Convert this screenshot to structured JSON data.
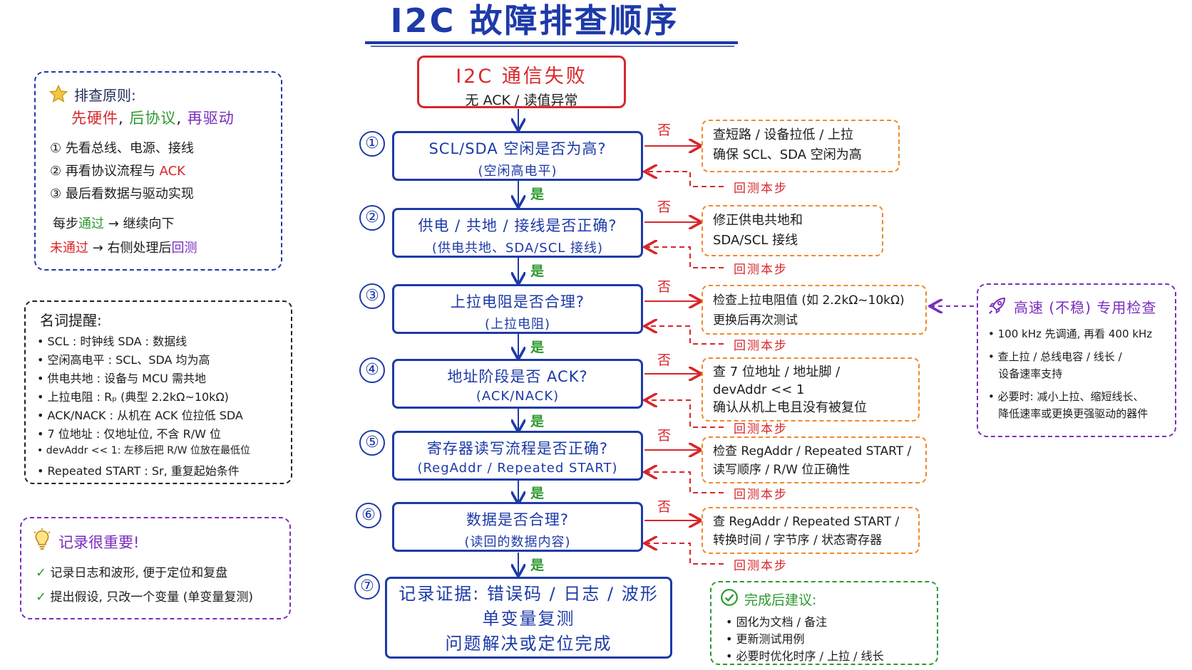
{
  "title": "I2C 故障排查顺序",
  "start": {
    "title": "I2C 通信失败",
    "subtitle": "无 ACK / 读值异常"
  },
  "labels": {
    "yes": "是",
    "no": "否",
    "retest": "回测本步"
  },
  "steps": [
    {
      "num": "①",
      "main": "SCL/SDA 空闲是否为高?",
      "sub": "(空闲高电平)",
      "fix": [
        "查短路 / 设备拉低 / 上拉",
        "确保 SCL、SDA 空闲为高"
      ]
    },
    {
      "num": "②",
      "main": "供电 / 共地 / 接线是否正确?",
      "sub": "(供电共地、SDA/SCL 接线)",
      "fix": [
        "修正供电共地和",
        "SDA/SCL 接线"
      ]
    },
    {
      "num": "③",
      "main": "上拉电阻是否合理?",
      "sub": "(上拉电阻)",
      "fix": [
        "检查上拉电阻值 (如 2.2kΩ~10kΩ)",
        "更换后再次测试"
      ]
    },
    {
      "num": "④",
      "main": "地址阶段是否 ACK?",
      "sub": "(ACK/NACK)",
      "fix": [
        "查 7 位地址 / 地址脚 /",
        "devAddr << 1",
        "确认从机上电且没有被复位"
      ]
    },
    {
      "num": "⑤",
      "main": "寄存器读写流程是否正确?",
      "sub": "(RegAddr / Repeated START)",
      "fix": [
        "检查 RegAddr / Repeated START /",
        "读写顺序 / R/W 位正确性"
      ]
    },
    {
      "num": "⑥",
      "main": "数据是否合理?",
      "sub": "(读回的数据内容)",
      "fix": [
        "查 RegAddr / Repeated START /",
        "转换时间 / 字节序 / 状态寄存器"
      ]
    }
  ],
  "final": {
    "num": "⑦",
    "lines": [
      "记录证据: 错误码 / 日志 / 波形",
      "单变量复测",
      "问题解决或定位完成"
    ]
  },
  "principles": {
    "title": "排查原则:",
    "motto": {
      "a": "先硬件",
      "sep1": ", ",
      "b": "后协议",
      "sep2": ", ",
      "c": "再驱动"
    },
    "items": [
      "① 先看总线、电源、接线",
      "② 再看协议流程与 ",
      "③ 最后看数据与驱动实现"
    ],
    "ack_word": "ACK",
    "rule1": {
      "pre": "每步",
      "pass": "通过",
      "post": " → 继续向下"
    },
    "rule2": {
      "fail": "未通过",
      "mid": " → 右侧处理后",
      "retest": "回测"
    }
  },
  "terms": {
    "title": "名词提醒:",
    "items": [
      "• SCL : 时钟线      SDA : 数据线",
      "• 空闲高电平 : SCL、SDA 均为高",
      "• 供电共地 : 设备与 MCU 需共地",
      "• 上拉电阻 : Rₚ (典型 2.2kΩ~10kΩ)",
      "• ACK/NACK : 从机在 ACK 位拉低 SDA",
      "• 7 位地址 : 仅地址位, 不含 R/W 位",
      "• devAddr << 1: 左移后把 R/W 位放在最低位",
      "• Repeated START : Sr, 重复起始条件"
    ]
  },
  "record": {
    "title": "记录很重要!",
    "items": [
      "记录日志和波形, 便于定位和复盘",
      "提出假设, 只改一个变量 (单变量复测)"
    ]
  },
  "highspeed": {
    "title": "高速 (不稳) 专用检查",
    "items": [
      "• 100 kHz 先调通, 再看 400 kHz",
      "• 查上拉 / 总线电容 / 线长 /",
      "   设备速率支持",
      "• 必要时: 减小上拉、缩短线长、",
      "   降低速率或更换更强驱动的器件"
    ]
  },
  "done": {
    "title": "完成后建议:",
    "items": [
      "• 固化为文档 / 备注",
      "• 更新测试用例",
      "• 必要时优化时序 / 上拉 / 线长"
    ]
  },
  "colors": {
    "blue": "#1d3aa8",
    "red": "#d8262b",
    "green": "#2c9a2e",
    "orange": "#f08a2c",
    "purple": "#7b2cbf"
  }
}
